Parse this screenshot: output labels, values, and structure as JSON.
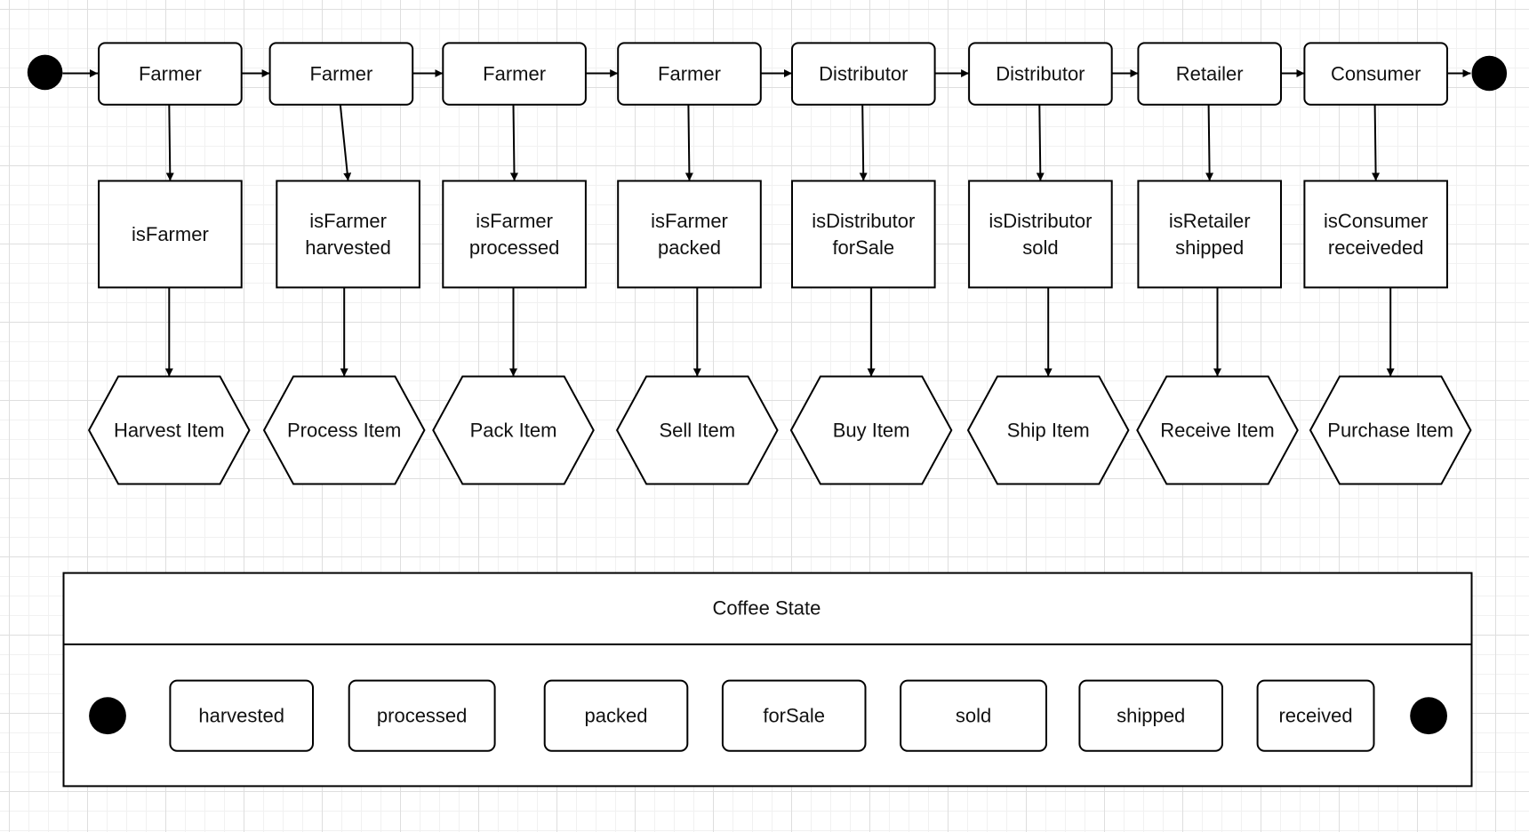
{
  "colors": {
    "stroke": "#000000",
    "fill": "#ffffff",
    "text": "#111111",
    "grid": "#dedede"
  },
  "swimlane": {
    "roles": [
      "Farmer",
      "Farmer",
      "Farmer",
      "Farmer",
      "Distributor",
      "Distributor",
      "Retailer",
      "Consumer"
    ],
    "checks": [
      [
        "isFarmer"
      ],
      [
        "isFarmer",
        "harvested"
      ],
      [
        "isFarmer",
        "processed"
      ],
      [
        "isFarmer",
        "packed"
      ],
      [
        "isDistributor",
        "forSale"
      ],
      [
        "isDistributor",
        "sold"
      ],
      [
        "isRetailer",
        "shipped"
      ],
      [
        "isConsumer",
        "receiveded"
      ]
    ],
    "actions": [
      "Harvest Item",
      "Process Item",
      "Pack Item",
      "Sell Item",
      "Buy Item",
      "Ship Item",
      "Receive Item",
      "Purchase Item"
    ]
  },
  "coffee_state": {
    "title": "Coffee State",
    "states": [
      "harvested",
      "processed",
      "packed",
      "forSale",
      "sold",
      "shipped",
      "received"
    ]
  }
}
